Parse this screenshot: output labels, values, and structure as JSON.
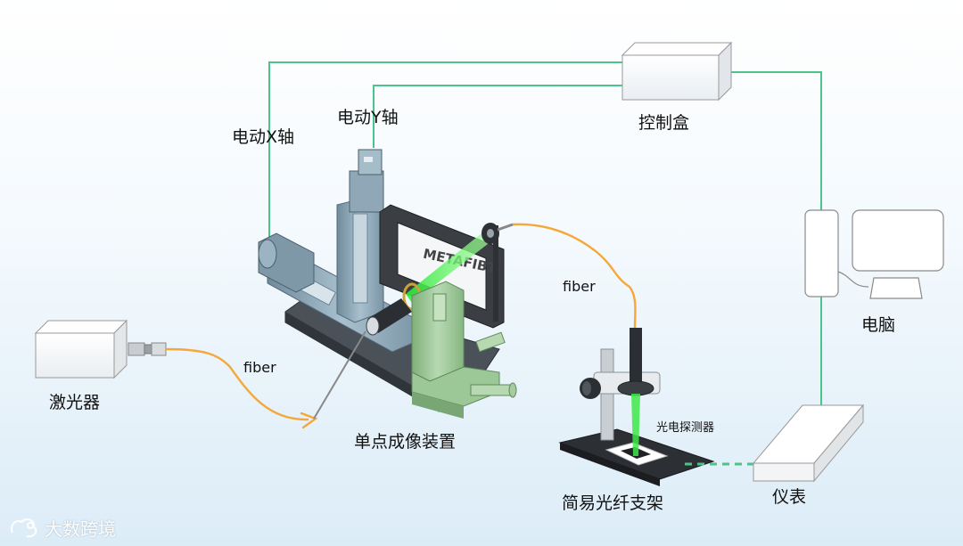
{
  "labels": {
    "motor_x": "电动X轴",
    "motor_y": "电动Y轴",
    "control_box": "控制盒",
    "computer": "电脑",
    "laser": "激光器",
    "fiber_left": "fiber",
    "fiber_right": "fiber",
    "imaging_device": "单点成像装置",
    "photodetector": "光电探测器",
    "fiber_stand": "简易光纤支架",
    "meter": "仪表",
    "sample_text": "METAFIBT"
  },
  "watermark": "大数跨境",
  "colors": {
    "wire": "#4cc38a",
    "fiber": "#f5a83a",
    "beam": "#3ee84a",
    "rail": "#8aa4b5",
    "mount": "#8fc08a",
    "base": "#444a50"
  }
}
